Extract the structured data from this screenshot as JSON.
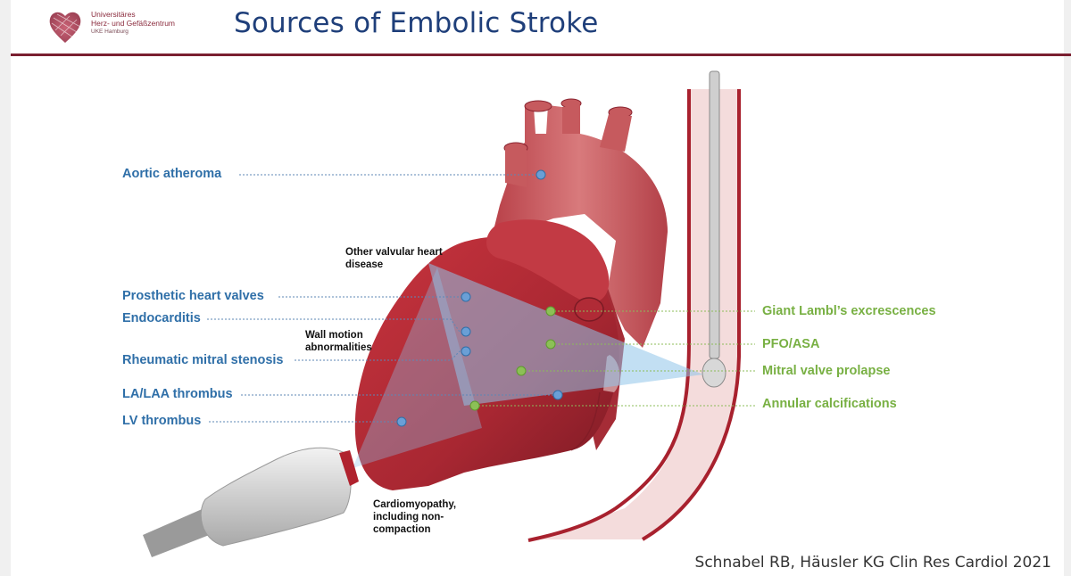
{
  "header": {
    "logo_lines": [
      "Universitäres",
      "Herz- und Gefäßzentrum",
      "UKE Hamburg"
    ],
    "title": "Sources of Embolic Stroke"
  },
  "labels_left": [
    {
      "key": "aortic",
      "text": "Aortic atheroma"
    },
    {
      "key": "prosthetic",
      "text": "Prosthetic heart valves"
    },
    {
      "key": "endocarditis",
      "text": "Endocarditis"
    },
    {
      "key": "rheumatic",
      "text": "Rheumatic mitral stenosis"
    },
    {
      "key": "la_laa",
      "text": "LA/LAA thrombus"
    },
    {
      "key": "lv",
      "text": "LV thrombus"
    }
  ],
  "labels_right": [
    {
      "key": "lambl",
      "text": "Giant Lambl’s excrescences"
    },
    {
      "key": "pfo",
      "text": "PFO/ASA"
    },
    {
      "key": "mvp",
      "text": "Mitral valve prolapse"
    },
    {
      "key": "annular",
      "text": "Annular calcifications"
    }
  ],
  "annotations": {
    "other_valvular": "Other valvular heart disease",
    "wall_motion": "Wall motion abnormalities",
    "cardiomyopathy": "Cardiomyopathy, including non-compaction"
  },
  "citation": "Schnabel RB, Häusler KG Clin Res Cardiol 2021",
  "colors": {
    "title": "#1f3f7a",
    "rule": "#7a1f30",
    "blue_label": "#2f6fa8",
    "green_label": "#78b043",
    "heart": "#b8323c",
    "aorta": "#c9595e",
    "esophagus": "#f3d9d9",
    "beam": "#a9d2ef"
  }
}
